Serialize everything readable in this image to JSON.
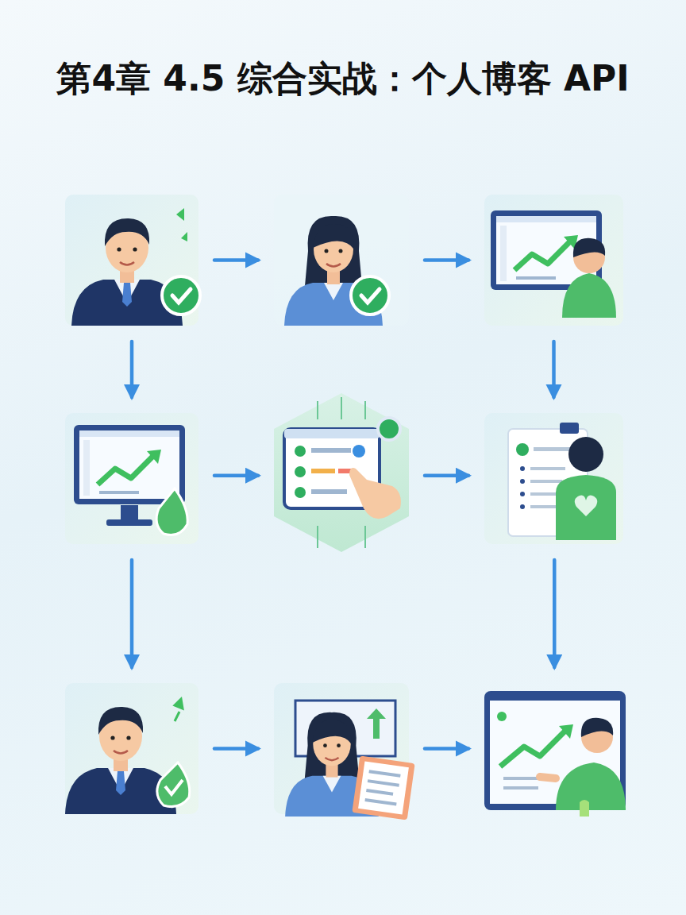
{
  "diagram": {
    "title": "第4章 4.5 综合实战：个人博客 API",
    "nodes": [
      {
        "text": []
      },
      {
        "text": []
      },
      {
        "text": []
      },
      {
        "text": []
      },
      {
        "text": []
      },
      {
        "text": []
      },
      {
        "text": []
      },
      {
        "text": []
      },
      {
        "text": []
      }
    ],
    "edges": [
      {
        "from": 0,
        "to": 1,
        "arrow": "to"
      },
      {
        "from": 1,
        "to": 2,
        "arrow": "to"
      },
      {
        "from": 0,
        "to": 3,
        "arrow": "to"
      },
      {
        "from": 2,
        "to": 5,
        "arrow": "to"
      },
      {
        "from": 3,
        "to": 4,
        "arrow": "to"
      },
      {
        "from": 4,
        "to": 5,
        "arrow": "to"
      },
      {
        "from": 3,
        "to": 6,
        "arrow": "to"
      },
      {
        "from": 5,
        "to": 8,
        "arrow": "to"
      },
      {
        "from": 6,
        "to": 7,
        "arrow": "to"
      },
      {
        "from": 7,
        "to": 8,
        "arrow": "to"
      }
    ]
  }
}
